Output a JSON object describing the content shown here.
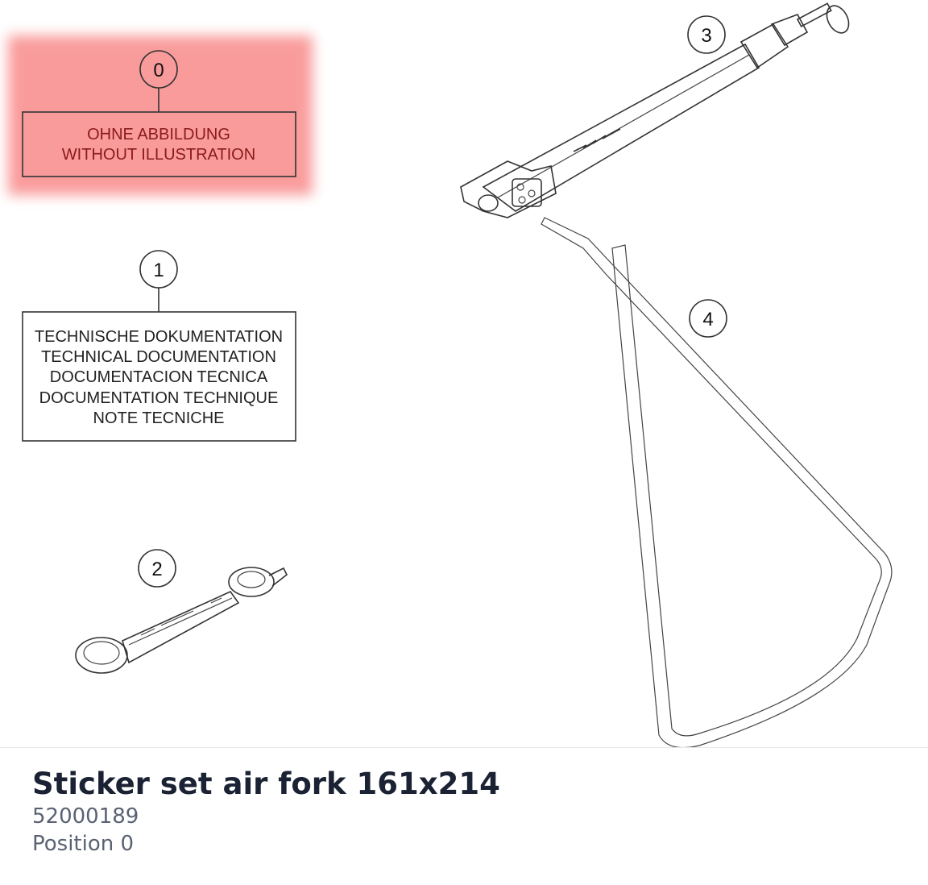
{
  "diagram": {
    "callouts": [
      {
        "number": "0",
        "lines": [
          "OHNE ABBILDUNG",
          "WITHOUT ILLUSTRATION"
        ],
        "highlighted": true
      },
      {
        "number": "1",
        "lines": [
          "TECHNISCHE DOKUMENTATION",
          "TECHNICAL DOCUMENTATION",
          "DOCUMENTACION TECNICA",
          "DOCUMENTATION TECHNIQUE",
          "NOTE TECNICHE"
        ],
        "highlighted": false
      },
      {
        "number": "2"
      },
      {
        "number": "3"
      },
      {
        "number": "4"
      }
    ],
    "highlight_color": "#f87a7a"
  },
  "product": {
    "title": "Sticker set air fork 161x214",
    "part_number": "52000189",
    "position": "Position 0"
  }
}
